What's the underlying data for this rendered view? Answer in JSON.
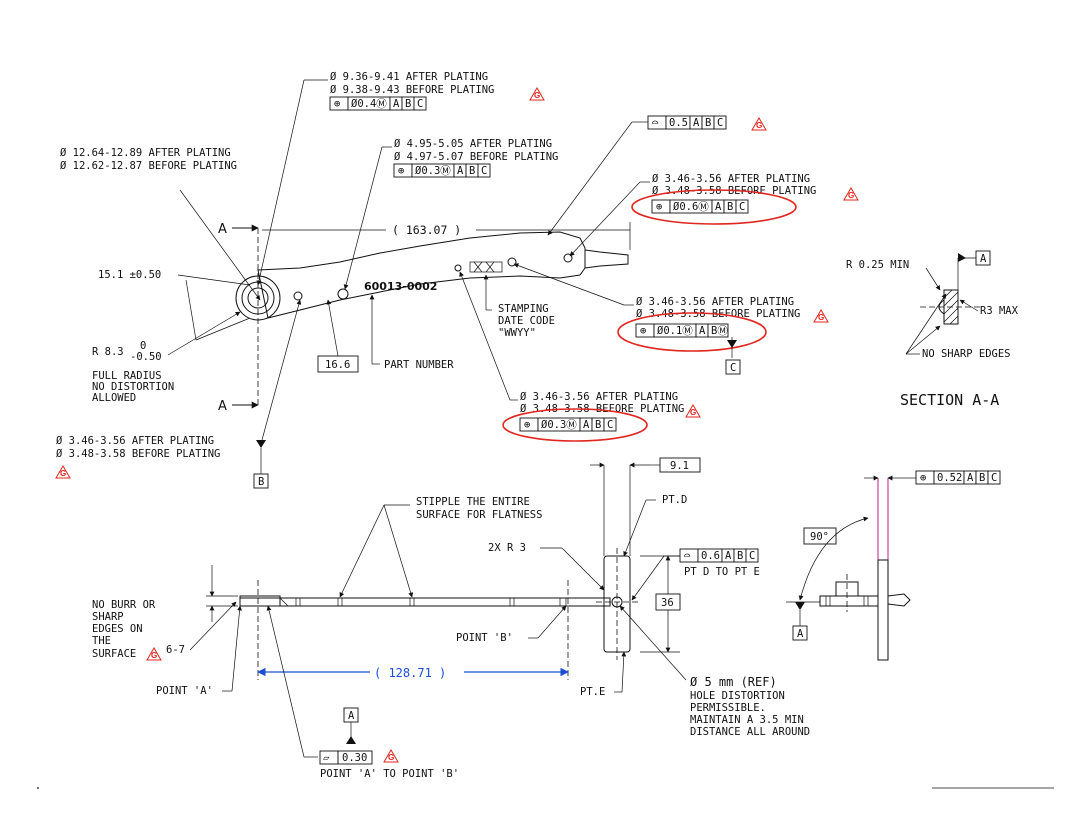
{
  "callouts": {
    "hole1_after": "Ø 9.36-9.41 AFTER PLATING",
    "hole1_before": "Ø 9.38-9.43 BEFORE PLATING",
    "hole1_fcf": [
      "⊕",
      "Ø0.4Ⓜ",
      "A",
      "B",
      "C"
    ],
    "big_after": "Ø 12.64-12.89 AFTER PLATING",
    "big_before": "Ø 12.62-12.87 BEFORE PLATING",
    "hole2_after": "Ø 4.95-5.05 AFTER PLATING",
    "hole2_before": "Ø 4.97-5.07 BEFORE PLATING",
    "hole2_fcf": [
      "⊕",
      "Ø0.3Ⓜ",
      "A",
      "B",
      "C"
    ],
    "profile_fcf": [
      "⌓",
      "0.5",
      "A",
      "B",
      "C"
    ],
    "hole3_after": "Ø 3.46-3.56 AFTER PLATING",
    "hole3_before": "Ø 3.48-3.58 BEFORE PLATING",
    "hole3_fcf": [
      "⊕",
      "Ø0.6Ⓜ",
      "A",
      "B",
      "C"
    ],
    "hole4_after": "Ø 3.46-3.56 AFTER PLATING",
    "hole4_before": "Ø 3.48-3.58 BEFORE PLATING",
    "hole4_fcf": [
      "⊕",
      "Ø0.1Ⓜ",
      "A",
      "BⓂ"
    ],
    "hole5_after": "Ø 3.46-3.56 AFTER PLATING",
    "hole5_before": "Ø 3.48-3.58 BEFORE PLATING",
    "hole5_fcf": [
      "⊕",
      "Ø0.3Ⓜ",
      "A",
      "B",
      "C"
    ],
    "hole6_after": "Ø 3.46-3.56 AFTER PLATING",
    "hole6_before": "Ø 3.48-3.58 BEFORE PLATING"
  },
  "dims": {
    "length_top": "( 163.07 )",
    "width": "15.1 ±0.50",
    "radius_r": "R 8.3",
    "radius_tol_top": "0",
    "radius_tol_bot": "-0.50",
    "full_radius_1": "FULL RADIUS",
    "full_radius_2": "NO DISTORTION",
    "full_radius_3": "ALLOWED",
    "box_16_6": "16.6",
    "part_number_label": "PART NUMBER",
    "part_number": "60013-0002",
    "stamping_1": "STAMPING",
    "stamping_2": "DATE CODE",
    "stamping_3": "\"WWYY\"",
    "section_a": "A",
    "datum_b": "B",
    "datum_c": "C",
    "datum_a": "A",
    "g": "G"
  },
  "section": {
    "title": "SECTION A-A",
    "r025": "R 0.25  MIN",
    "r3max": "R3 MAX",
    "nosharp": "NO SHARP EDGES",
    "datum_a": "A"
  },
  "side": {
    "stipple_1": "STIPPLE THE ENTIRE",
    "stipple_2": "SURFACE FOR FLATNESS",
    "nob_1": "NO BURR OR",
    "nob_2": "SHARP",
    "nob_3": "EDGES ON",
    "nob_4": "THE",
    "nob_5": "SURFACE",
    "g67": "6-7",
    "point_a": "POINT 'A'",
    "point_b": "POINT 'B'",
    "length_bottom": "( 128.71 )",
    "flat_fcf": [
      "▱",
      "0.30"
    ],
    "flat_note": "POINT 'A' TO POINT 'B'",
    "datum_a": "A",
    "r3": "2X  R 3",
    "ptd": "PT.D",
    "pte": "PT.E",
    "dim_9_1": "9.1",
    "dim_36": "36",
    "ptde_fcf": [
      "⌓",
      "0.6",
      "A",
      "B",
      "C"
    ],
    "ptde_note": "PT D TO PT E",
    "hole_1": "Ø 5 mm (REF)",
    "hole_2": "HOLE DISTORTION",
    "hole_3": "PERMISSIBLE.",
    "hole_4": "MAINTAIN A 3.5 MIN",
    "hole_5": "DISTANCE ALL AROUND"
  },
  "end_view": {
    "angle": "90°",
    "pos_fcf": [
      "⊕",
      "0.52",
      "A",
      "B",
      "C"
    ],
    "datum_a": "A"
  },
  "colors": {
    "highlight": "#e0261e",
    "dimension": "#1a4fd6",
    "magenta": "#c3208f"
  }
}
